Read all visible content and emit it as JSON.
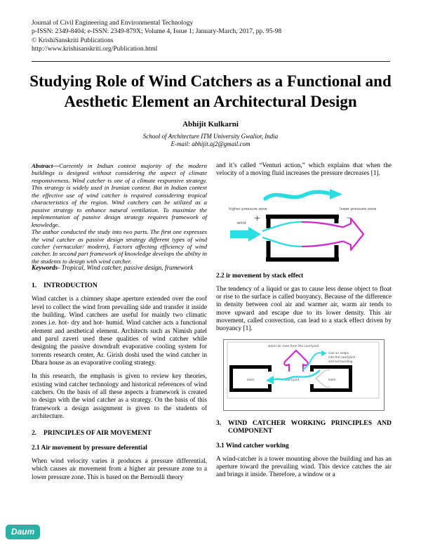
{
  "header": {
    "line1": "Journal of Civil Engineering and Environmental Technology",
    "line2": "p-ISSN: 2349-8404; e-ISSN: 2349-879X; Volume 4, Issue 1; January-March, 2017, pp. 95-98",
    "line3": "© KrishiSanskriti Publications",
    "line4": "http://www.krishisanskriti.org/Publication.html"
  },
  "title": "Studying Role of Wind Catchers as a Functional and Aesthetic Element an Architectural Design",
  "author": {
    "name": "Abhijit Kulkarni",
    "affiliation": "School of Architecture ITM University Gwalior, India",
    "email": "E-mail: abhijit.aj2@gmail.com"
  },
  "abstract": {
    "lead": "Abstract—",
    "para1": "Currently in Indian context majority of the modern buildings is designed without considering the aspect of climate responsiveness. Wind catcher is one of a climate responsive strategy. This strategy is widely used in Iranian context. But in Indian context the effective use of wind catcher is required considering tropical characteristics of the region. Wind catchers can be utilized as a passive strategy to enhance natural ventilation. To maximize the implementation of passive design strategy requires framework of knowledge.",
    "para2": "The author conducted the study into two parts. The first one expresses the wind catcher as passive design strategy different types of wind catcher (vernacular/ modern), Factors affecting efficiency of wind catcher. In second part framework of knowledge develops the ability in the students to design with wind catcher.",
    "keywords_label": "Keywords",
    "keywords_rest": "- Tropical, Wind catcher, passive design, framework"
  },
  "sections": {
    "intro": {
      "num": "1.",
      "title": "INTRODUCTION",
      "p1": "Wind catcher is a chimney shape aperture extended over the roof level to collect the wind from prevailing side and transfer it inside the building. Wind catchers are useful for mainly two climatic zones i.e. hot- dry and hot- humid.  Wind catcher acts a functional element and aesthetical element. Architects such as Nimish patel and parul zaveri used these qualities of wind catcher while designing the passive downdraft evaporative cooling system for torrents research center, Ar. Girish doshi used the wind catcher in Dhara house as an evaporative cooling strategy.",
      "p2": "In this research, the emphasis is given to review key theories, existing wind catcher technology and historical references of wind catchers. On the basis of all these aspects a framework is created to design with the wind catcher as a strategy. On the basis of this framework a design assignment is given to the students of architecture."
    },
    "s2": {
      "num": "2.",
      "title": "PRINCIPLES OF AIR MOVEMENT"
    },
    "s21": {
      "title": "2.1 Air movement by pressure deferential",
      "p": "When wind velocity varies it produces a pressure differential, which causes air movement from a higher air pressure zone to a lower pressure zone. This is based on the Bernoulli theory",
      "p_cont": "and it’s called “Venturi action,” which explains that when the velocity of a moving fluid increases the pressure decreases [1]."
    },
    "s22": {
      "title": "2.2 ir movement by stack effect",
      "p": "The tendency of a liquid or gas to cause less dense object to float or rise to the surface is called buoyancy. Because of the difference in density between cool air and warmer air, warm air tends to move upward and escape due to its lower density. This air movement, called convection, can lead to a stack effect driven by buoyancy [1]."
    },
    "s3": {
      "num": "3.",
      "title": "WIND CATCHER WORKING PRINCIPLES AND COMPONENT"
    },
    "s31": {
      "title": "3.1 Wind catcher working",
      "p": "A wind-catcher is a tower mounting above the building and has an aperture toward the prevailing wind. This device catches the air and brings it inside. Therefore, a window or a"
    }
  },
  "figures": {
    "venturi": {
      "label_high": "higher pressure zone",
      "label_plus": "+",
      "label_low": "lower pressure zone",
      "label_minus": "–",
      "label_wind": "wind"
    },
    "stack": {
      "label_warm": "warm air rises from the courtyard",
      "label_cool1": "cool air seeps",
      "label_cool2": "into the courtyard",
      "label_cool3": "and surrounding",
      "label_room_left": "room",
      "label_courtyard": "courtyard",
      "label_room_right": "room"
    }
  },
  "colors": {
    "flow_cyan": "#29dde2",
    "flow_magenta": "#cf2ccf",
    "badge_teal": "#29b2a3"
  },
  "badge": {
    "label": "Daum"
  }
}
